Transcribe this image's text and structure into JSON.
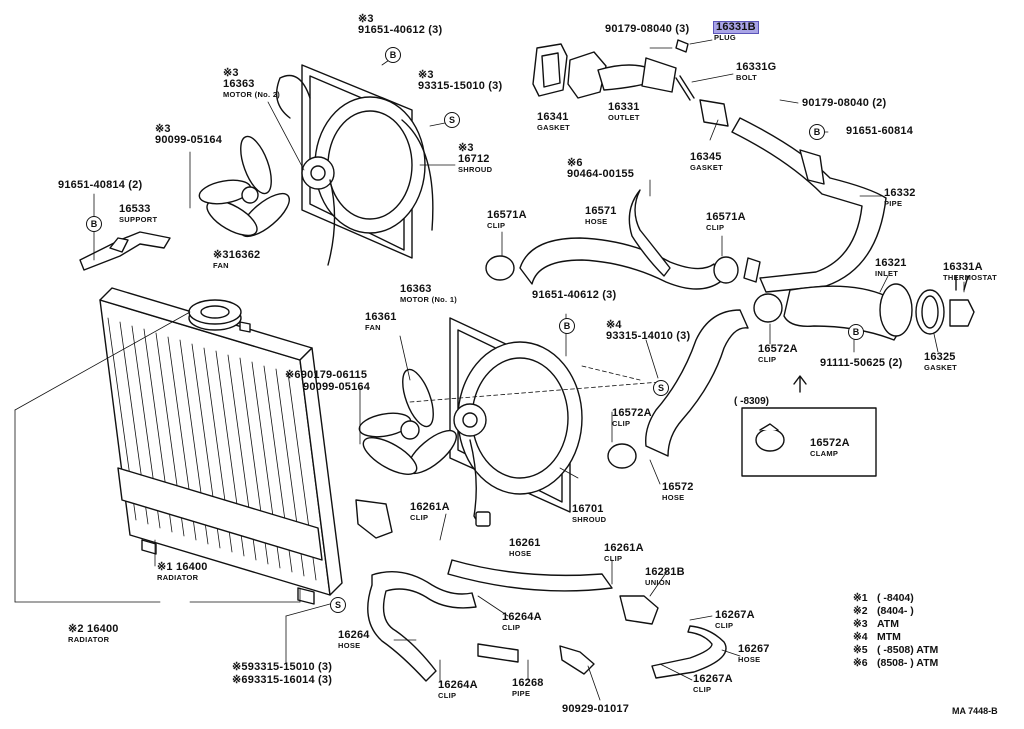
{
  "labels": {
    "l0": {
      "mark": "※3",
      "num": "91651-40612 (3)",
      "name": ""
    },
    "l1": {
      "mark": "",
      "num": "90179-08040 (3)",
      "name": ""
    },
    "l2": {
      "mark": "",
      "num": "16331B",
      "name": "PLUG"
    },
    "l3": {
      "mark": "※3",
      "num": "16363",
      "name": "MOTOR (No. 2)"
    },
    "l4": {
      "mark": "※3",
      "num": "93315-15010 (3)",
      "name": ""
    },
    "l5": {
      "mark": "",
      "num": "16341",
      "name": "GASKET"
    },
    "l6": {
      "mark": "",
      "num": "16331",
      "name": "OUTLET"
    },
    "l7": {
      "mark": "",
      "num": "16331G",
      "name": "BOLT"
    },
    "l8": {
      "mark": "",
      "num": "90179-08040 (2)",
      "name": ""
    },
    "l9": {
      "mark": "※3",
      "num": "90099-05164",
      "name": ""
    },
    "l10": {
      "mark": "※3",
      "num": "16712",
      "name": "SHROUD"
    },
    "l11": {
      "mark": "",
      "num": "16345",
      "name": "GASKET"
    },
    "l12": {
      "mark": "",
      "num": "91651-60814",
      "name": ""
    },
    "l13": {
      "mark": "※6",
      "num": "90464-00155",
      "name": ""
    },
    "l14": {
      "mark": "",
      "num": "91651-40814 (2)",
      "name": ""
    },
    "l15": {
      "mark": "",
      "num": "16533",
      "name": "SUPPORT"
    },
    "l16": {
      "mark": "",
      "num": "16332",
      "name": "PIPE"
    },
    "l17": {
      "mark": "",
      "num": "16571A",
      "name": "CLIP"
    },
    "l18": {
      "mark": "",
      "num": "16571",
      "name": "HOSE"
    },
    "l19": {
      "mark": "",
      "num": "16571A",
      "name": "CLIP"
    },
    "l20": {
      "mark": "※3",
      "num": "16362",
      "name": "FAN"
    },
    "l21": {
      "mark": "",
      "num": "16321",
      "name": "INLET"
    },
    "l22": {
      "mark": "",
      "num": "16331A",
      "name": "THERMOSTAT"
    },
    "l23": {
      "mark": "",
      "num": "16363",
      "name": "MOTOR (No. 1)"
    },
    "l24": {
      "mark": "",
      "num": "91651-40612 (3)",
      "name": ""
    },
    "l25": {
      "mark": "",
      "num": "16361",
      "name": "FAN"
    },
    "l26": {
      "mark": "※4",
      "num": "93315-14010 (3)",
      "name": ""
    },
    "l27": {
      "mark": "",
      "num": "16572A",
      "name": "CLIP"
    },
    "l28": {
      "mark": "",
      "num": "91111-50625 (2)",
      "name": ""
    },
    "l29": {
      "mark": "",
      "num": "16325",
      "name": "GASKET"
    },
    "l30": {
      "mark": "※6",
      "num": "90179-06115",
      "name": ""
    },
    "l31": {
      "mark": "",
      "num": "90099-05164",
      "name": ""
    },
    "l32": {
      "mark": "",
      "num": "16572A",
      "name": "CLIP"
    },
    "l33": {
      "mark": "",
      "num": "16572A",
      "name": "CLAMP"
    },
    "l34": {
      "mark": "",
      "num": "16572",
      "name": "HOSE"
    },
    "l35": {
      "mark": "",
      "num": "16701",
      "name": "SHROUD"
    },
    "l36": {
      "mark": "",
      "num": "16261A",
      "name": "CLIP"
    },
    "l37": {
      "mark": "",
      "num": "16261",
      "name": "HOSE"
    },
    "l38": {
      "mark": "",
      "num": "16261A",
      "name": "CLIP"
    },
    "l39": {
      "mark": "",
      "num": "16281B",
      "name": "UNION"
    },
    "l40": {
      "mark": "※1",
      "num": "16400",
      "name": "RADIATOR"
    },
    "l41": {
      "mark": "",
      "num": "16264A",
      "name": "CLIP"
    },
    "l42": {
      "mark": "",
      "num": "16267A",
      "name": "CLIP"
    },
    "l43": {
      "mark": "※2",
      "num": "16400",
      "name": "RADIATOR"
    },
    "l44": {
      "mark": "",
      "num": "16264",
      "name": "HOSE"
    },
    "l45": {
      "mark": "",
      "num": "16267",
      "name": "HOSE"
    },
    "l46": {
      "mark": "※5",
      "num": "93315-15010 (3)",
      "name": ""
    },
    "l47": {
      "mark": "※6",
      "num": "93315-16014 (3)",
      "name": ""
    },
    "l48": {
      "mark": "",
      "num": "16264A",
      "name": "CLIP"
    },
    "l49": {
      "mark": "",
      "num": "16268",
      "name": "PIPE"
    },
    "l50": {
      "mark": "",
      "num": "90929-01017",
      "name": ""
    },
    "l51": {
      "mark": "",
      "num": "16267A",
      "name": "CLIP"
    }
  },
  "badges": {
    "b1": "B",
    "b2": "S",
    "b3": "B",
    "b4": "B",
    "b5": "B",
    "b6": "B",
    "b7": "S",
    "b8": "S"
  },
  "note": "(        -8309)",
  "legend": [
    {
      "mark": "※1",
      "text": "(        -8404)"
    },
    {
      "mark": "※2",
      "text": "(8404-        )"
    },
    {
      "mark": "※3",
      "text": "ATM"
    },
    {
      "mark": "※4",
      "text": "MTM"
    },
    {
      "mark": "※5",
      "text": "(        -8508) ATM"
    },
    {
      "mark": "※6",
      "text": "(8508-        ) ATM"
    }
  ],
  "catalog_code": "MA 7448-B"
}
